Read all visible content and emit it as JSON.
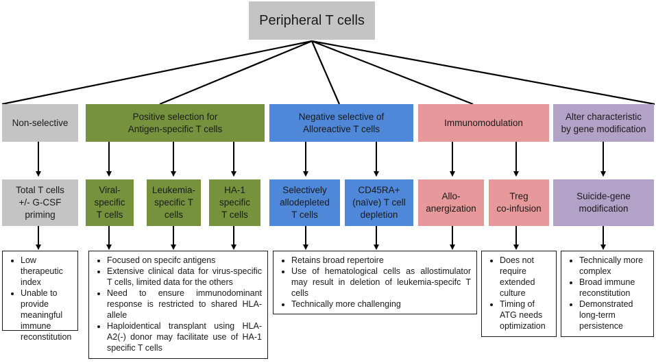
{
  "root": "Peripheral T cells",
  "categories": [
    {
      "label": "Non-selective",
      "color": "#c4c4c4"
    },
    {
      "label": "Positive selection for\nAntigen-specific T cells",
      "color": "#76923c"
    },
    {
      "label": "Negative selective of\nAlloreactive T cells",
      "color": "#4f87d9"
    },
    {
      "label": "Immunomodulation",
      "color": "#e6989a"
    },
    {
      "label": "Alter characteristic\nby gene modification",
      "color": "#b3a2c7"
    }
  ],
  "methods": [
    "Total T cells\n+/-  G-CSF\npriming",
    "Viral-\nspecific\nT cells",
    "Leukemia-\nspecific T\ncells",
    "HA-1\nspecific\nT cells",
    "Selectively\nallodepleted\nT cells",
    "CD45RA+\n(naïve) T cell\ndepletion",
    "Allo-\nanergization",
    "Treg\nco-infusion",
    "Suicide-gene\nmodification"
  ],
  "notes": [
    [
      "Low therapeutic index",
      "Unable to provide meaningful immune reconstitution"
    ],
    [
      "Focused on specifc antigens",
      "Extensive clinical data for virus-specific T cells, limited data for the others",
      "Need to ensure immunodominant response is restricted to shared HLA-allele",
      "Haploidentical transplant using HLA-A2(-) donor may facilitate use of HA-1 specific T cells"
    ],
    [
      "Retains broad repertoire",
      "Use of hematological cells as allostimulator may result in deletion of leukemia-specifc T cells",
      "Technically more challenging"
    ],
    [
      "Does not require extended culture",
      "Timing of ATG needs optimization"
    ],
    [
      "Technically more complex",
      "Broad immune reconstitution",
      "Demonstrated long-term persistence"
    ]
  ]
}
